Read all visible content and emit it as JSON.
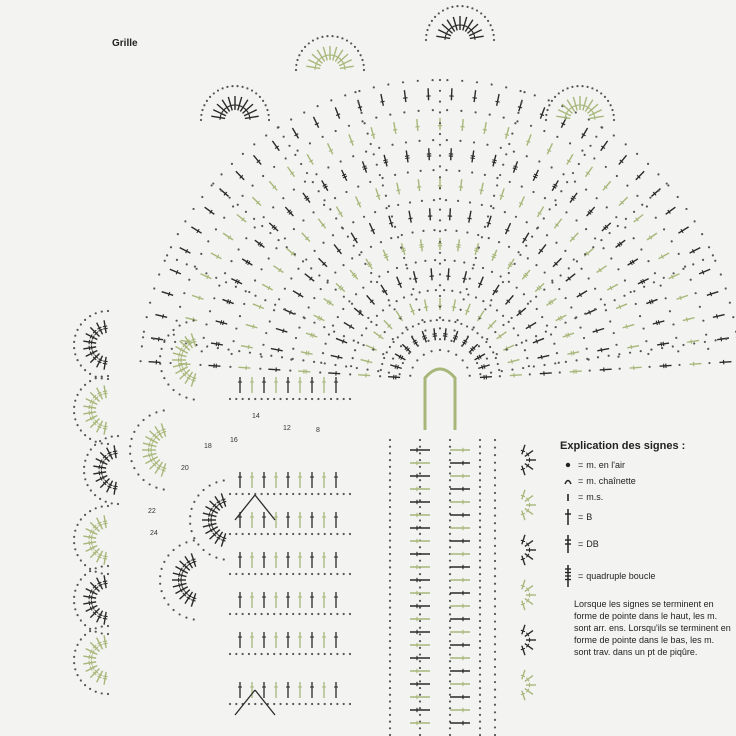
{
  "diagram": {
    "title": "Grille",
    "colors": {
      "dark": "#2a2a2a",
      "green": "#a7b77a",
      "dot": "#555555",
      "background": "#f3f3f1"
    },
    "row_numbers": [
      "12",
      "14",
      "16",
      "18",
      "20",
      "22",
      "24",
      "8"
    ]
  },
  "legend": {
    "title": "Explication des signes :",
    "items": [
      {
        "icon": "dot-symbol-icon",
        "label": "m. en l'air"
      },
      {
        "icon": "arc-symbol-icon",
        "label": "m. chaînette"
      },
      {
        "icon": "short-bar-symbol-icon",
        "label": "m.s."
      },
      {
        "icon": "single-cross-symbol-icon",
        "label": "B"
      },
      {
        "icon": "double-cross-symbol-icon",
        "label": "DB"
      },
      {
        "icon": "quadruple-cross-symbol-icon",
        "label": "quadruple boucle"
      }
    ],
    "note": "Lorsque les signes se terminent en forme de pointe dans le haut, les m. sont arr. ens. Lorsqu'ils se terminent en forme de pointe dans le bas, les m. sont trav. dans un pt de piqûre."
  }
}
